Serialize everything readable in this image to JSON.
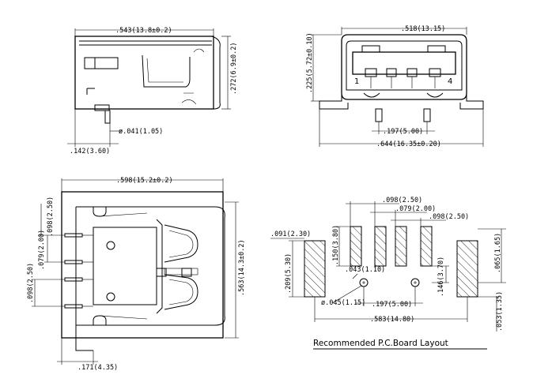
{
  "views": {
    "side": {
      "length": ".543(13.8±0.2)",
      "height": ".272(6.9±0.2)",
      "pin_offset": ".142(3.60)",
      "pin_dia": "ø.041(1.05)"
    },
    "front": {
      "inner_width": ".518(13.15)",
      "height": ".225(5.72±0.10)",
      "pin_pitch": ".197(5.00)",
      "outer_width": ".644(16.35±0.20)",
      "pin1": "1",
      "pin4": "4"
    },
    "top": {
      "length": ".598(15.2±0.2)",
      "width": ".563(14.3±0.2)",
      "pitch_a": ".098(2.50)",
      "pitch_b": ".079(2.00)",
      "pitch_c": ".098(2.50)",
      "foot": ".171(4.35)"
    },
    "pcb": {
      "title": "Recommended P.C.Board Layout",
      "pad_pitch_a": ".098(2.50)",
      "pad_pitch_b": ".079(2.00)",
      "pad_pitch_c": ".098(2.50)",
      "big_pad_width": ".091(2.30)",
      "small_pad_height": ".150(3.80)",
      "big_pad_height": ".209(5.30)",
      "hole_dia_small": ".043(1.10)",
      "pin_row_offset": ".146(3.70)",
      "right_offset": ".065(1.65)",
      "hole_dia_large": "ø.045(1.15)",
      "hole_spacing": ".197(5.00)",
      "overall": ".583(14.80)",
      "bottom_offset": ".053(1.35)"
    }
  }
}
